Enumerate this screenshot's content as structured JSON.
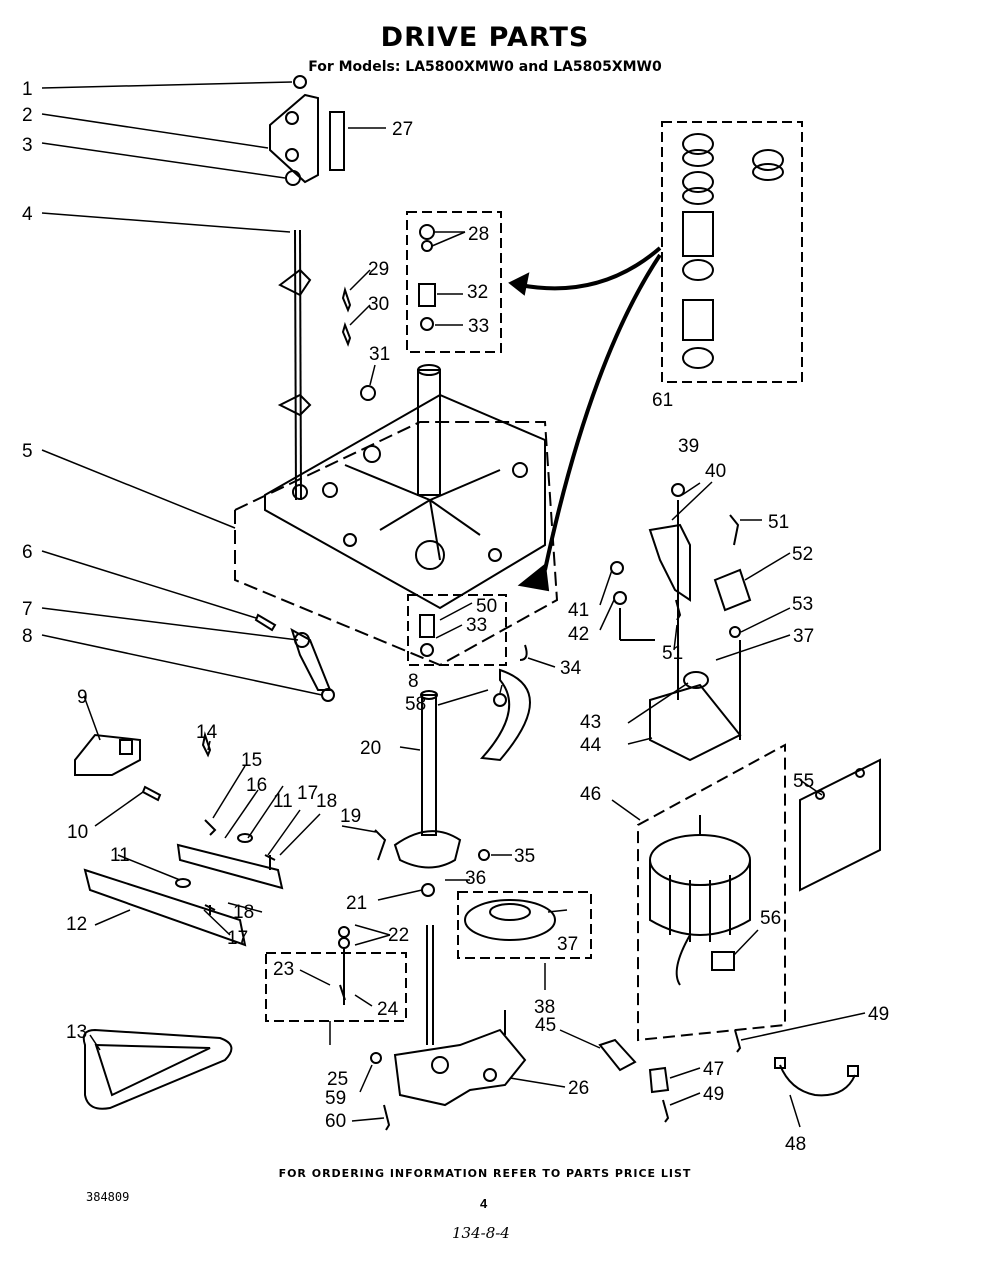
{
  "title": "DRIVE PARTS",
  "subtitle": "For Models: LA5800XMW0 and LA5805XMW0",
  "footer": "FOR ORDERING INFORMATION REFER TO PARTS PRICE LIST",
  "doc_number": "384809",
  "page_number": "4",
  "handwritten_note": "134-8-4",
  "part_labels": [
    "1",
    "2",
    "3",
    "4",
    "27",
    "28",
    "29",
    "32",
    "30",
    "33",
    "31",
    "61",
    "39",
    "40",
    "5",
    "51",
    "52",
    "41",
    "53",
    "42",
    "37",
    "6",
    "50",
    "33",
    "7",
    "34",
    "8",
    "8",
    "58",
    "51",
    "43",
    "44",
    "9",
    "14",
    "20",
    "15",
    "55",
    "16",
    "11",
    "46",
    "17",
    "18",
    "19",
    "10",
    "35",
    "36",
    "21",
    "11",
    "56",
    "22",
    "37",
    "18",
    "12",
    "23",
    "17",
    "38",
    "24",
    "45",
    "13",
    "49",
    "25",
    "47",
    "26",
    "59",
    "49",
    "60",
    "48"
  ]
}
